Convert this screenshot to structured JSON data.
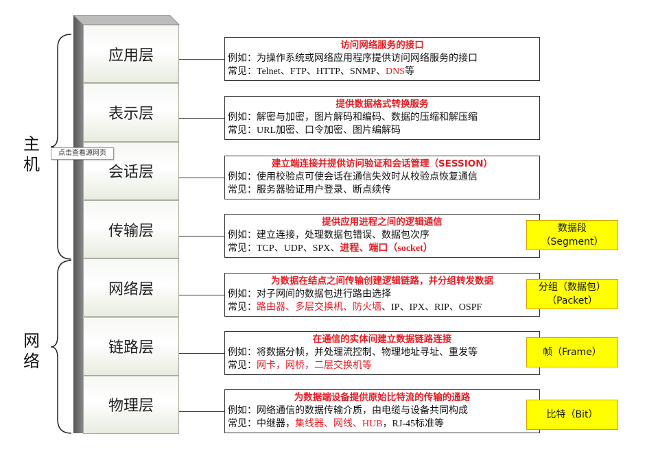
{
  "groups": {
    "host": "主\n机",
    "network": "网\n络"
  },
  "tooltip": "点击查看源网页",
  "layers": [
    {
      "name": "应用层",
      "title": "访问网络服务的接口",
      "example_prefix": "例如：",
      "example": "为操作系统或网络应用程序提供访问网络服务的接口",
      "common_prefix": "常见：",
      "common_plain": "Telnet、FTP、HTTP、SNMP、",
      "common_red": "DNS",
      "common_tail": "等",
      "tag": null
    },
    {
      "name": "表示层",
      "title": "提供数据格式转换服务",
      "example_prefix": "例如：",
      "example": "解密与加密，图片解码和编码、数据的压缩和解压缩",
      "common_prefix": "常见：",
      "common_plain": "URL加密、口令加密、图片编解码",
      "common_red": "",
      "common_tail": "",
      "tag": null
    },
    {
      "name": "会话层",
      "title": "建立端连接并提供访问验证和会话管理（SESSION）",
      "example_prefix": "例如：",
      "example": "使用校验点可使会话在通信失效时从校验点恢复通信",
      "common_prefix": "常见：",
      "common_plain": "服务器验证用户登录、断点续传",
      "common_red": "",
      "common_tail": "",
      "tag": null
    },
    {
      "name": "传输层",
      "title": "提供应用进程之间的逻辑通信",
      "example_prefix": "例如：",
      "example": "建立连接，处理数据包错误、数据包次序",
      "common_prefix": "常见：",
      "common_plain": "TCP、UDP、SPX、",
      "common_red": "进程、端口（socket）",
      "common_tail": "",
      "tag": {
        "line1": "数据段",
        "line2": "（Segment）"
      }
    },
    {
      "name": "网络层",
      "title": "为数据在结点之间传输创建逻辑链路，并分组转发数据",
      "example_prefix": "例如：",
      "example": "对子网间的数据包进行路由选择",
      "common_prefix": "常见：",
      "common_plain": "",
      "common_red": "路由器、多层交换机、防火墙",
      "common_tail": "、IP、IPX、RIP、OSPF",
      "tag": {
        "line1": "分组（数据包）",
        "line2": "（Packet）"
      }
    },
    {
      "name": "链路层",
      "title": "在通信的实体间建立数据链路连接",
      "example_prefix": "例如：",
      "example": "将数据分帧，并处理流控制、物理地址寻址、重发等",
      "common_prefix": "常见：",
      "common_plain": "",
      "common_red": "网卡，网桥，二层交换机等",
      "common_tail": "",
      "tag": {
        "line1": "帧（Frame）",
        "line2": ""
      }
    },
    {
      "name": "物理层",
      "title": "为数据端设备提供原始比特流的传输的通路",
      "example_prefix": "例如：",
      "example": "网络通信的数据传输介质，由电缆与设备共同构成",
      "common_prefix": "常见：",
      "common_plain": "中继器，",
      "common_red": "集线器、网线、HUB",
      "common_tail": "，RJ-45标准等",
      "tag": {
        "line1": "比特（Bit）",
        "line2": ""
      }
    }
  ]
}
